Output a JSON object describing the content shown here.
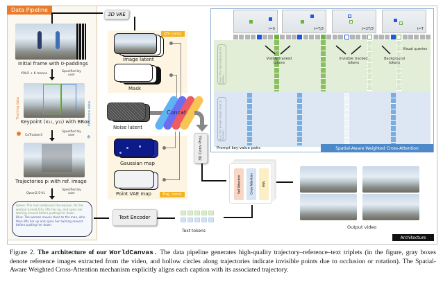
{
  "figure": {
    "data_pipeline": {
      "tag": "Data Pipeline",
      "steps": [
        {
          "label": "Initial frame with 0-paddings"
        },
        {
          "label": "Keypoint (x₁₁, y₁₁) with BBox"
        },
        {
          "label": "Trajectories pᵢ with ref. image"
        }
      ],
      "transitions": [
        {
          "left": "YOLO + K means",
          "right": "Specified by user"
        },
        {
          "left": "CoTracker3",
          "right": "Specified by user"
        },
        {
          "left": "Qwen2.5-VL",
          "right": "Specified by user"
        }
      ],
      "side_labels": {
        "training": "Training data",
        "inference": "Inference data"
      },
      "captions": {
        "green": "Green: The man embraces the woman. As the woman turned him, lifts her up, and spins her twirling around before putting her down.",
        "blue": "Blue: The woman moves close to the man, who then lifts her up and spins her twirling around before putting her down."
      }
    },
    "architecture": {
      "vae_label": "3D VAE",
      "i2v_cond_tag": "I2V cond.",
      "traj_cond_tag": "Traj. cond.",
      "image_latent": "Image latent",
      "mask": "Mask",
      "noise_latent": "Noise latent",
      "concat": "Concat",
      "gaussian_map": "Gaussian map",
      "point_vae_map": "Point VAE map",
      "conv_proj": "3D Conv Proj.",
      "text_encoder": "Text Encoder",
      "text_tokens": "Text tokens",
      "dit_blocks": [
        "Self Attention",
        "Cross Attention",
        "FNN"
      ],
      "output_video": "Output video",
      "architecture_tag": "Architecture"
    },
    "cross_attention": {
      "frames": [
        "t=0",
        "t=T/3",
        "t=2T/3",
        "t=T"
      ],
      "visual_queries": "Visual queries",
      "visible_tokens": "Visible tracked tokens",
      "invisible_tokens": "Invisible tracked tokens",
      "background_tokens": "Background tokens",
      "prompt_pairs": "Prompt key-value pairs",
      "side_caption_green": "Green: The man embraces the woman...",
      "side_caption_blue": "Blue: The woman moves close to the man...",
      "title": "Spatial-Aware Weighted Cross-Attention"
    },
    "colors": {
      "pipeline_tag": "#e97c2c",
      "cond_tag": "#f5b31f",
      "green_token": "#6bb43e",
      "blue_token": "#1f58e0",
      "attn_tag": "#4d89c8"
    }
  },
  "caption": {
    "prefix": "Figure 2.",
    "bold_intro": "The architecture of our",
    "model_name": "WorldCanvas.",
    "body": "The data pipeline generates high-quality trajectory–reference–text triplets (in the figure, gray boxes denote reference images extracted from the video, and hollow circles along trajectories indicate invisible points due to occlusion or rotation). The Spatial-Aware Weighted Cross-Attention mechanism explicitly aligns each caption with its associated trajectory."
  }
}
